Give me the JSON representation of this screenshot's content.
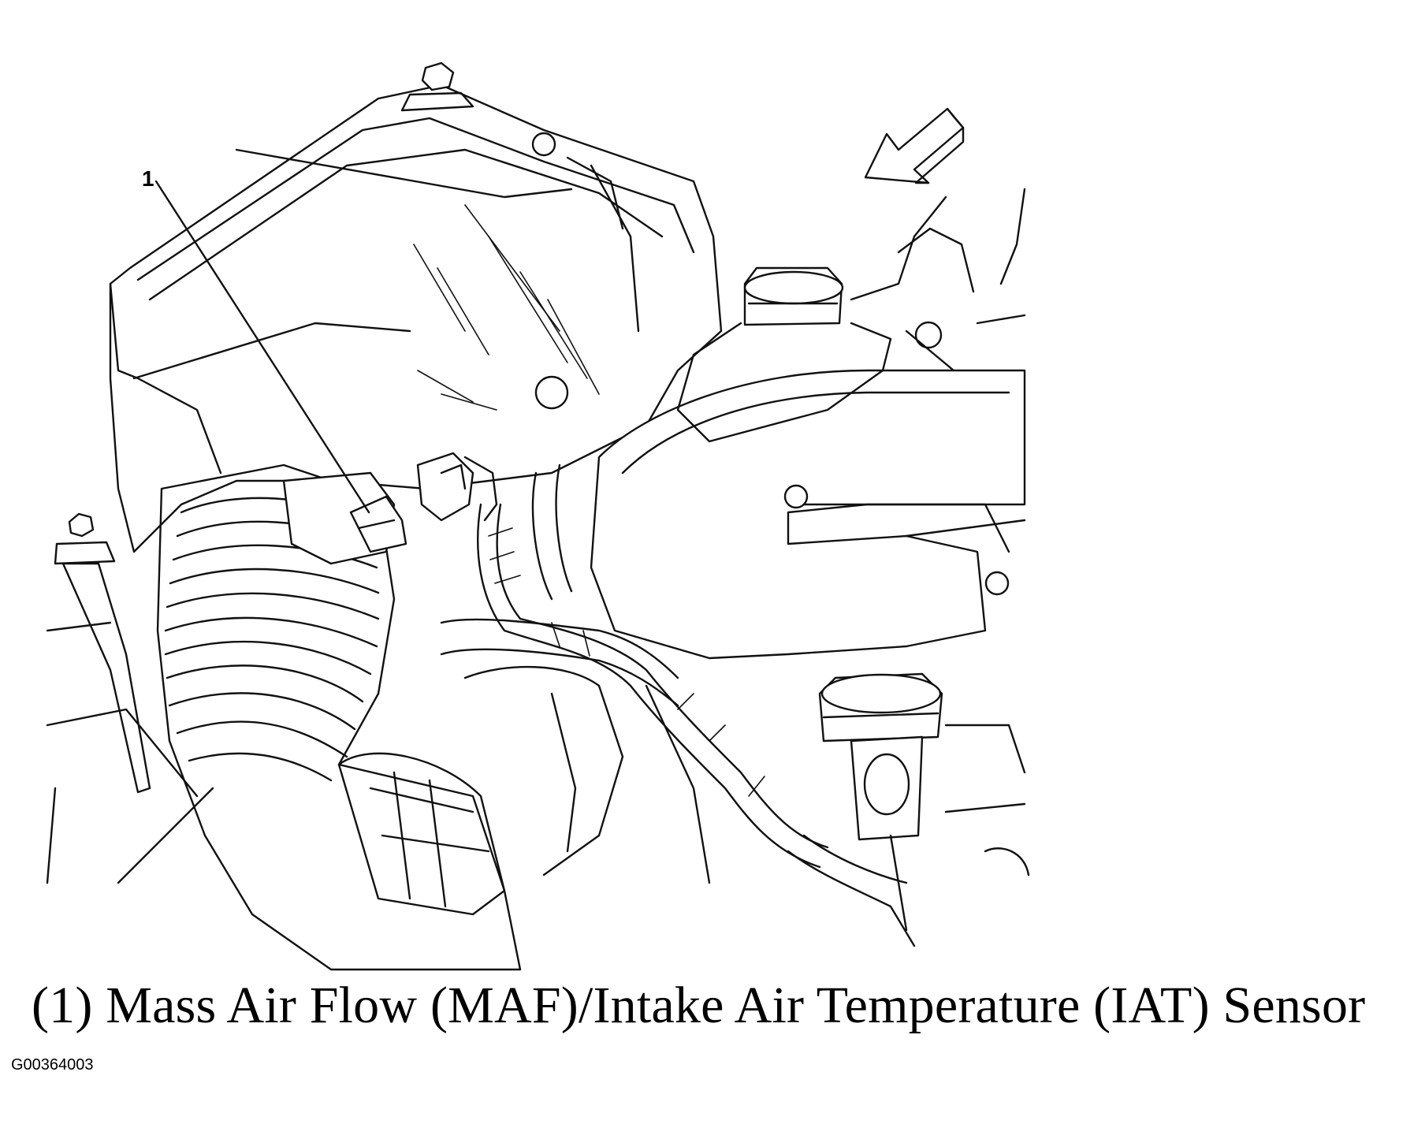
{
  "figure": {
    "callouts": [
      {
        "number": "1",
        "target": "maf-iat-sensor-connector"
      }
    ],
    "caption": "(1) Mass Air Flow (MAF)/Intake Air Temperature (IAT) Sensor",
    "figure_id": "G00364003",
    "icons": [
      "front-direction-arrow-icon"
    ]
  }
}
